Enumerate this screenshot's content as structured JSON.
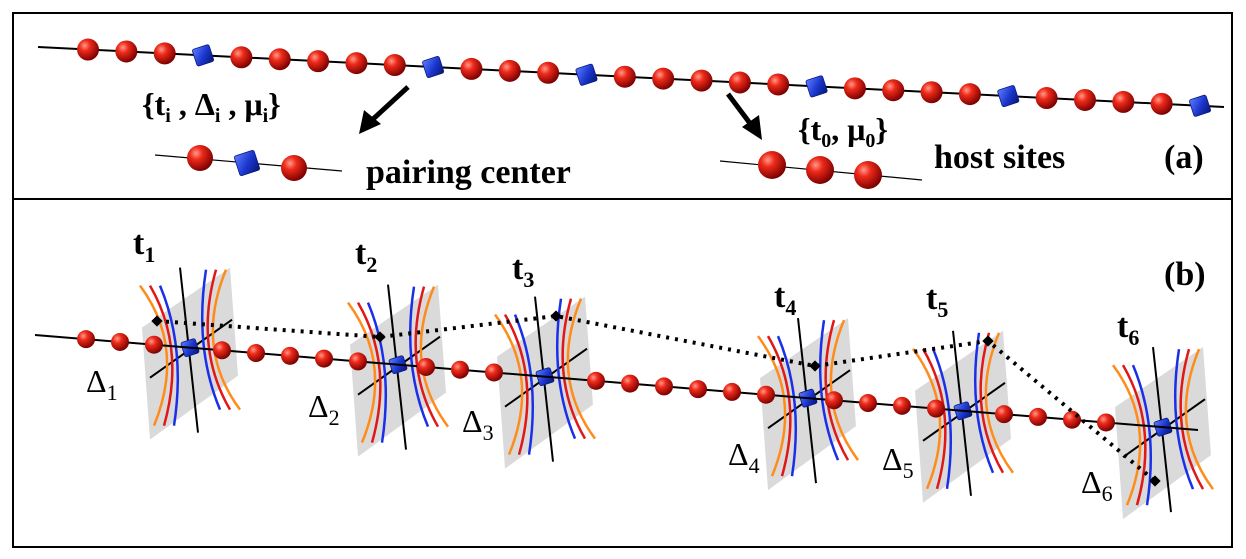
{
  "panel_a": {
    "tag": "(a)",
    "left_params": {
      "open": "{",
      "t": "t",
      "t_sub": "i",
      "delta": "Δ",
      "delta_sub": "i",
      "mu": "μ",
      "mu_sub": "i",
      "close": "}"
    },
    "right_params": {
      "open": "{",
      "t": "t",
      "t_sub": "0",
      "mu": "μ",
      "mu_sub": "0",
      "close": "}"
    },
    "pairing_center_label": "pairing center",
    "host_sites_label": "host sites",
    "chain_pattern": [
      "host",
      "host",
      "host",
      "center",
      "host",
      "host",
      "host",
      "host",
      "host",
      "center",
      "host",
      "host",
      "host",
      "center",
      "host",
      "host",
      "host",
      "host",
      "host",
      "center",
      "host",
      "host",
      "host",
      "host",
      "center",
      "host",
      "host",
      "host",
      "host",
      "center"
    ],
    "pairing_example": [
      "host",
      "center",
      "host"
    ],
    "host_example": [
      "host",
      "host",
      "host"
    ]
  },
  "panel_b": {
    "tag": "(b)",
    "centers": [
      {
        "t": "t",
        "t_sub": "1",
        "delta": "Δ",
        "delta_sub": "1"
      },
      {
        "t": "t",
        "t_sub": "2",
        "delta": "Δ",
        "delta_sub": "2"
      },
      {
        "t": "t",
        "t_sub": "3",
        "delta": "Δ",
        "delta_sub": "3"
      },
      {
        "t": "t",
        "t_sub": "4",
        "delta": "Δ",
        "delta_sub": "4"
      },
      {
        "t": "t",
        "t_sub": "5",
        "delta": "Δ",
        "delta_sub": "5"
      },
      {
        "t": "t",
        "t_sub": "6",
        "delta": "Δ",
        "delta_sub": "6"
      }
    ]
  },
  "colors": {
    "host_site": "#dd1111",
    "pairing_center": "#1133cc",
    "frame": "#000000",
    "plane": "#d4d4d4",
    "curve_outer": "#ff8c1a",
    "curve_mid": "#e01818",
    "curve_inner": "#1a2fe8",
    "dotted_path": "#000000"
  },
  "icons": {
    "host_site": "red-sphere",
    "pairing_center": "blue-cube",
    "pointer": "black-arrow",
    "energy_plane": "hyperbola-plane"
  }
}
